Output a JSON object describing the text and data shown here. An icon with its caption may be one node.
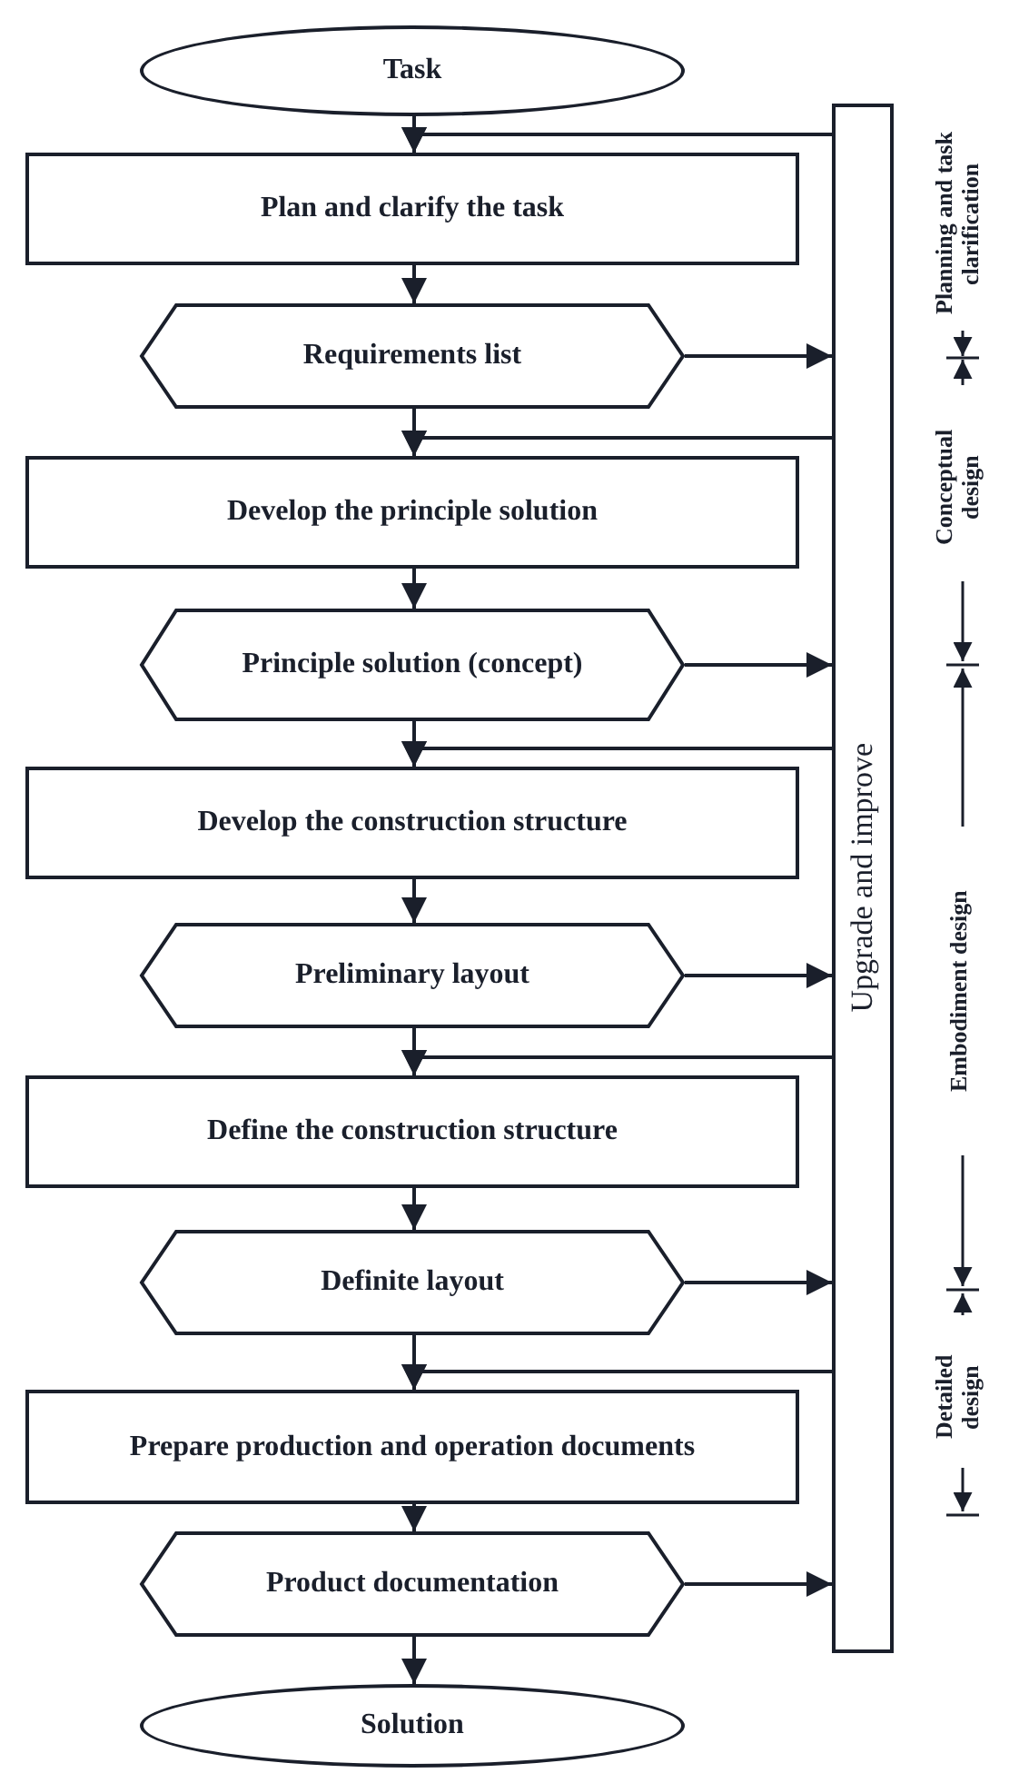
{
  "diagram": {
    "nodes": [
      {
        "text": [
          "Task"
        ]
      },
      {
        "text": [
          "Plan and clarify the task"
        ]
      },
      {
        "text": [
          "Requirements list"
        ]
      },
      {
        "text": [
          "Develop the principle solution"
        ]
      },
      {
        "text": [
          "Principle solution (concept)"
        ]
      },
      {
        "text": [
          "Develop the construction structure"
        ]
      },
      {
        "text": [
          "Preliminary layout"
        ]
      },
      {
        "text": [
          "Define the construction structure"
        ]
      },
      {
        "text": [
          "Definite layout"
        ]
      },
      {
        "text": [
          "Prepare production and operation documents"
        ]
      },
      {
        "text": [
          "Product documentation"
        ]
      },
      {
        "text": [
          "Solution"
        ]
      },
      {
        "text": [
          "Upgrade and improve"
        ]
      }
    ],
    "edges": [
      {
        "from": 0,
        "to": 1,
        "arrow": "to"
      },
      {
        "from": 1,
        "to": 2,
        "arrow": "to"
      },
      {
        "from": 2,
        "to": 3,
        "arrow": "to"
      },
      {
        "from": 3,
        "to": 4,
        "arrow": "to"
      },
      {
        "from": 4,
        "to": 5,
        "arrow": "to"
      },
      {
        "from": 5,
        "to": 6,
        "arrow": "to"
      },
      {
        "from": 6,
        "to": 7,
        "arrow": "to"
      },
      {
        "from": 7,
        "to": 8,
        "arrow": "to"
      },
      {
        "from": 8,
        "to": 9,
        "arrow": "to"
      },
      {
        "from": 9,
        "to": 10,
        "arrow": "to"
      },
      {
        "from": 10,
        "to": 11,
        "arrow": "to"
      },
      {
        "from": 2,
        "to": 12,
        "arrow": "to"
      },
      {
        "from": 4,
        "to": 12,
        "arrow": "to"
      },
      {
        "from": 6,
        "to": 12,
        "arrow": "to"
      },
      {
        "from": 8,
        "to": 12,
        "arrow": "to"
      },
      {
        "from": 10,
        "to": 12,
        "arrow": "to"
      },
      {
        "from": 12,
        "to": 1,
        "arrow": "to"
      },
      {
        "from": 12,
        "to": 3,
        "arrow": "to"
      },
      {
        "from": 12,
        "to": 5,
        "arrow": "to"
      },
      {
        "from": 12,
        "to": 7,
        "arrow": "to"
      },
      {
        "from": 12,
        "to": 9,
        "arrow": "to"
      }
    ],
    "labels": [
      "Planning and task clarification",
      "Conceptual design",
      "Embodiment design",
      "Detailed design"
    ]
  }
}
